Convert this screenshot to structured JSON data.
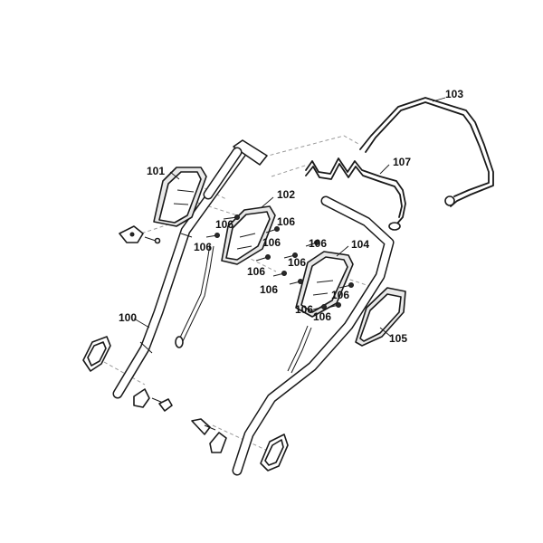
{
  "callouts": {
    "c100": "100",
    "c101": "101",
    "c102": "102",
    "c103": "103",
    "c104": "104",
    "c105": "105",
    "c106": "106",
    "c107": "107"
  }
}
